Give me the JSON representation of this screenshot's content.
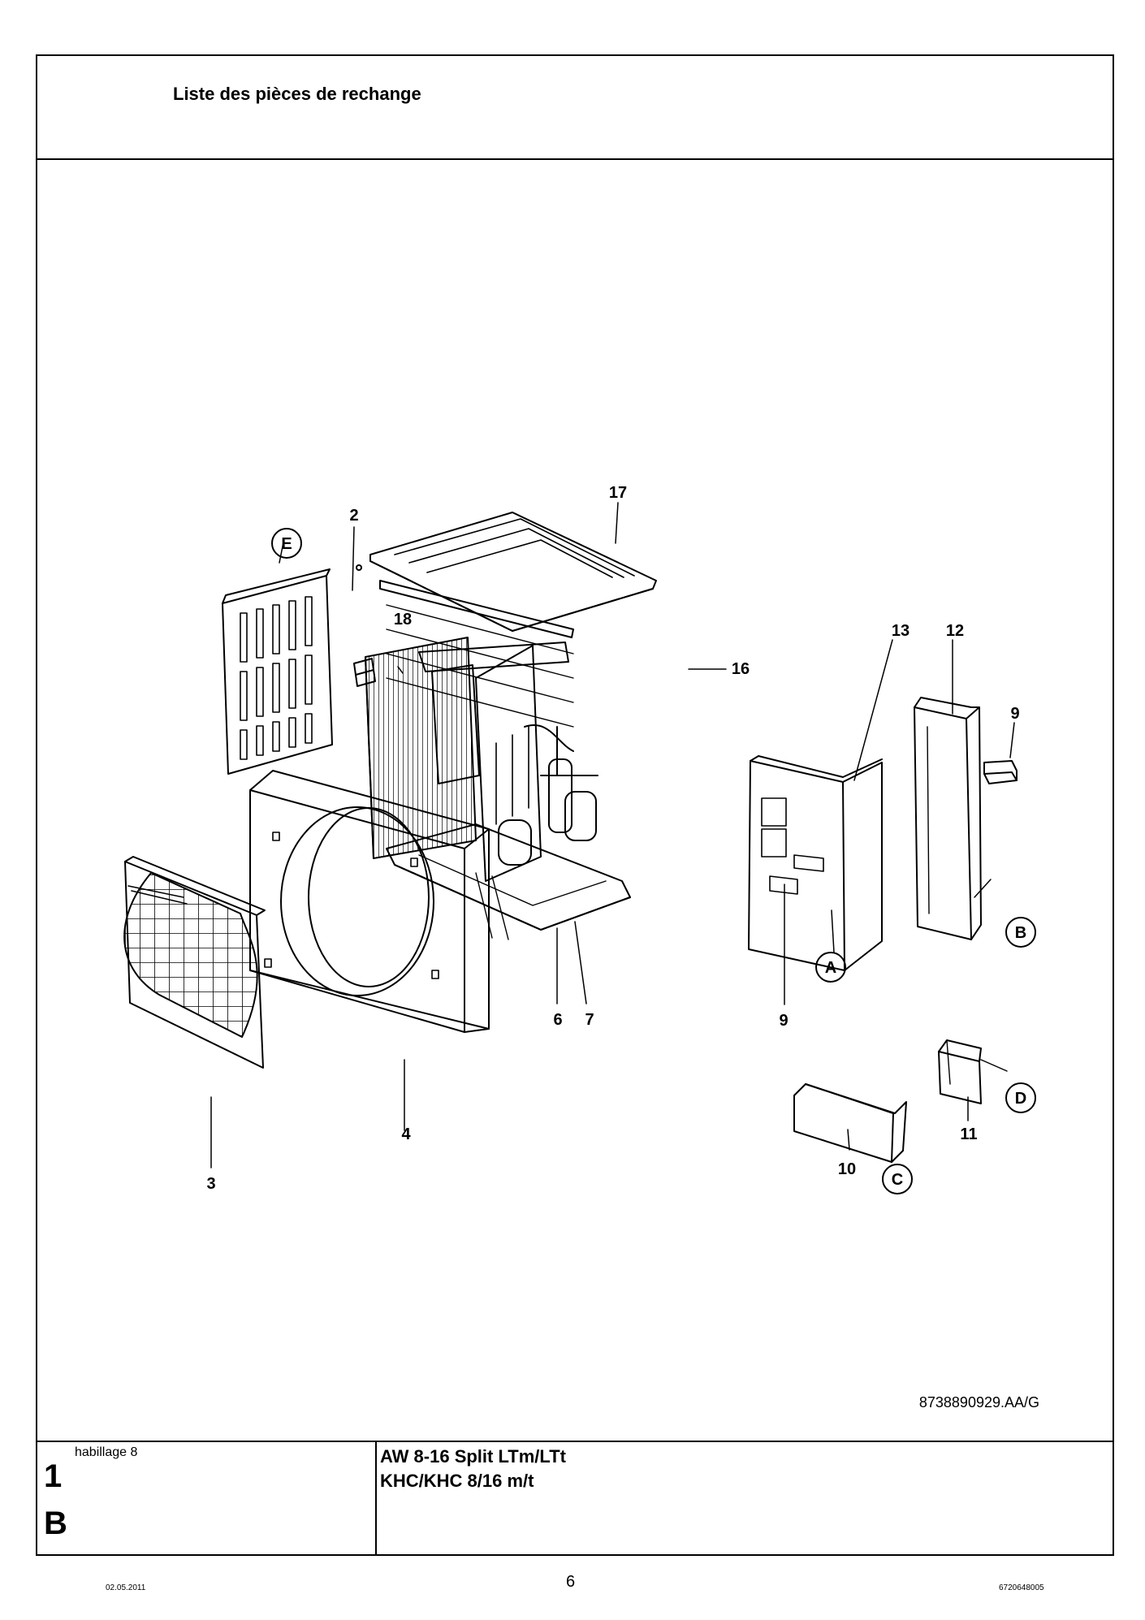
{
  "header": {
    "title": "Liste des pièces de rechange"
  },
  "callouts": {
    "p2": "2",
    "p3": "3",
    "p4": "4",
    "p6": "6",
    "p7": "7",
    "p9a": "9",
    "p9b": "9",
    "p10": "10",
    "p11": "11",
    "p12": "12",
    "p13": "13",
    "p16": "16",
    "p17": "17",
    "p18": "18"
  },
  "detail_refs": {
    "a": "A",
    "b": "B",
    "c": "C",
    "d": "D",
    "e": "E"
  },
  "drawing_number": "8738890929.AA/G",
  "footer": {
    "section": "habillage 8",
    "number": "1",
    "letter": "B",
    "model_line_1": "AW 8-16 Split LTm/LTt",
    "model_line_2": "KHC/KHC 8/16 m/t",
    "date": "02.05.2011",
    "page": "6",
    "doc_number": "6720648005"
  }
}
